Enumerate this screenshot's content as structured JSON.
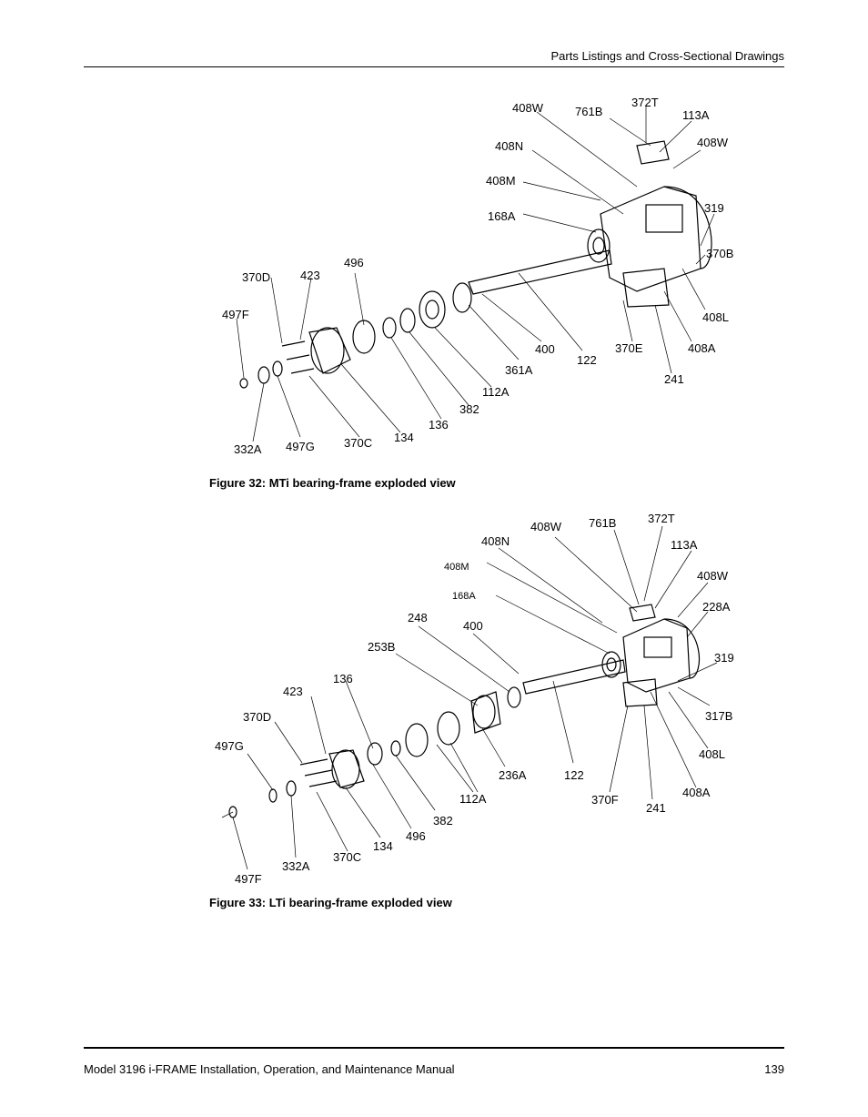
{
  "header": {
    "section_title": "Parts Listings and Cross-Sectional Drawings"
  },
  "footer": {
    "manual_title": "Model 3196 i-FRAME Installation, Operation, and Maintenance Manual",
    "page_number": "139"
  },
  "figure32": {
    "caption": "Figure 32: MTi bearing-frame exploded view",
    "labels": [
      "408W",
      "761B",
      "372T",
      "113A",
      "408N",
      "408W",
      "408M",
      "168A",
      "319",
      "370B",
      "496",
      "370D",
      "423",
      "497F",
      "408L",
      "400",
      "370E",
      "408A",
      "122",
      "361A",
      "241",
      "112A",
      "382",
      "136",
      "134",
      "370C",
      "332A",
      "497G"
    ]
  },
  "figure33": {
    "caption": "Figure 33: LTi bearing-frame exploded view",
    "labels": [
      "408W",
      "761B",
      "372T",
      "408N",
      "113A",
      "408M",
      "408W",
      "168A",
      "228A",
      "248",
      "400",
      "253B",
      "319",
      "136",
      "423",
      "317B",
      "370D",
      "497G",
      "408L",
      "236A",
      "122",
      "112A",
      "370F",
      "408A",
      "241",
      "382",
      "496",
      "134",
      "370C",
      "332A",
      "497F"
    ]
  }
}
